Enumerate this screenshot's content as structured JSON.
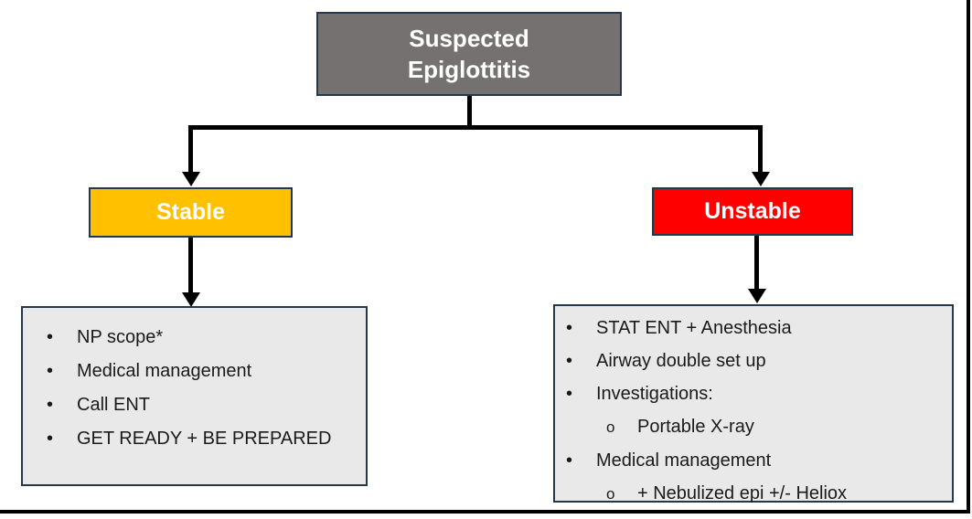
{
  "diagram": {
    "title_box": {
      "line1": "Suspected",
      "line2": "Epiglottitis"
    },
    "branches": {
      "left_label": "Stable",
      "right_label": "Unstable"
    },
    "stable_actions": {
      "items": [
        {
          "level": 1,
          "text": "NP scope*"
        },
        {
          "level": 1,
          "text": "Medical management"
        },
        {
          "level": 1,
          "text": "Call ENT"
        },
        {
          "level": 1,
          "text": "GET READY + BE PREPARED"
        }
      ]
    },
    "unstable_actions": {
      "items": [
        {
          "level": 1,
          "text": "STAT ENT + Anesthesia"
        },
        {
          "level": 1,
          "text": "Airway double set up"
        },
        {
          "level": 1,
          "text": "Investigations:"
        },
        {
          "level": 2,
          "text": "Portable X-ray"
        },
        {
          "level": 1,
          "text": "Medical management"
        },
        {
          "level": 2,
          "text": "+ Nebulized epi +/- Heliox"
        }
      ]
    },
    "markers": {
      "bullet": "•",
      "sub_bullet": "o"
    },
    "colors": {
      "title_fill": "#757171",
      "stable_fill": "#FFC000",
      "unstable_fill": "#FF0000",
      "list_fill": "#E9E9EA",
      "box_border": "#24384A",
      "connector": "#000000",
      "title_text": "#FFFFFF",
      "list_text": "#1A1A1A",
      "frame": "#000000"
    }
  }
}
